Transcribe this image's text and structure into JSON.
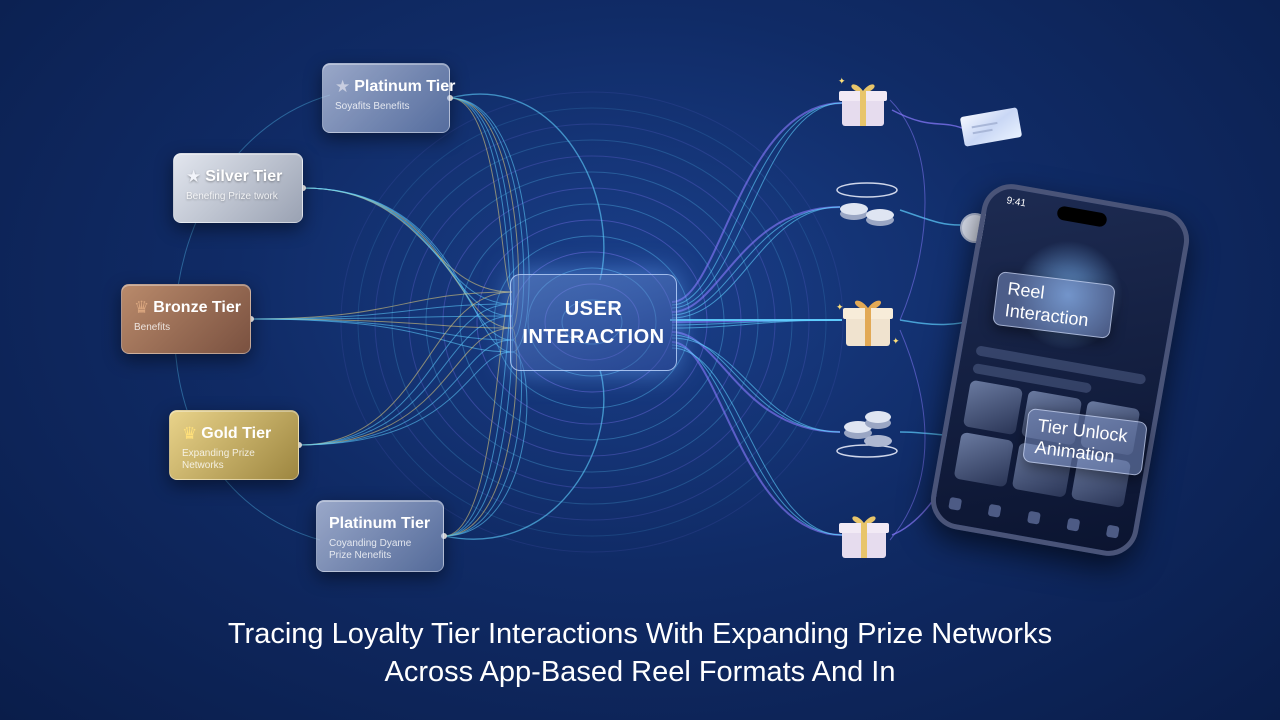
{
  "tiers": [
    {
      "id": "platinum-top",
      "name": "Platinum Tier",
      "sub": "Soyafits Benefits",
      "icon": "star-icon",
      "glyph": "★",
      "style": "plat"
    },
    {
      "id": "silver",
      "name": "Silver Tier",
      "sub": "Benefing Prize twork",
      "icon": "star-icon",
      "glyph": "★",
      "style": "silver"
    },
    {
      "id": "bronze",
      "name": "Bronze Tier",
      "sub": "Benefits",
      "icon": "crown-icon",
      "glyph": "♛",
      "style": "bronze"
    },
    {
      "id": "gold",
      "name": "Gold Tier",
      "sub": "Expanding Prize Networks",
      "icon": "crown-icon",
      "glyph": "♛",
      "style": "gold"
    },
    {
      "id": "platinum-bottom",
      "name": "Platinum Tier",
      "sub": "Coyanding Dyame Prize Nenefits",
      "icon": "",
      "glyph": "",
      "style": "plat"
    }
  ],
  "center": {
    "line1": "USER",
    "line2": "INTERACTION"
  },
  "prizes": [
    {
      "id": "gift-top",
      "icon": "gift-icon"
    },
    {
      "id": "coins-mid-upper",
      "icon": "coins-icon"
    },
    {
      "id": "gift-middle",
      "icon": "gift-icon"
    },
    {
      "id": "coins-mid-lower",
      "icon": "coins-icon"
    },
    {
      "id": "gift-bottom",
      "icon": "gift-icon"
    },
    {
      "id": "ticket",
      "icon": "ticket-icon"
    },
    {
      "id": "coin-stack",
      "icon": "coin-stack-icon"
    }
  ],
  "phone": {
    "time": "9:41"
  },
  "callouts": {
    "reel": "Reel Interaction",
    "tier_unlock": "Tier Unlock Animation"
  },
  "caption": {
    "line1": "Tracing Loyalty Tier Interactions With Expanding Prize Networks",
    "line2": "Across App-Based Reel Formats And In"
  },
  "colors": {
    "background": "#102b66",
    "link_cyan": "#5fd0ff",
    "link_gold": "#e8d27a",
    "link_violet": "#8a7bff"
  }
}
